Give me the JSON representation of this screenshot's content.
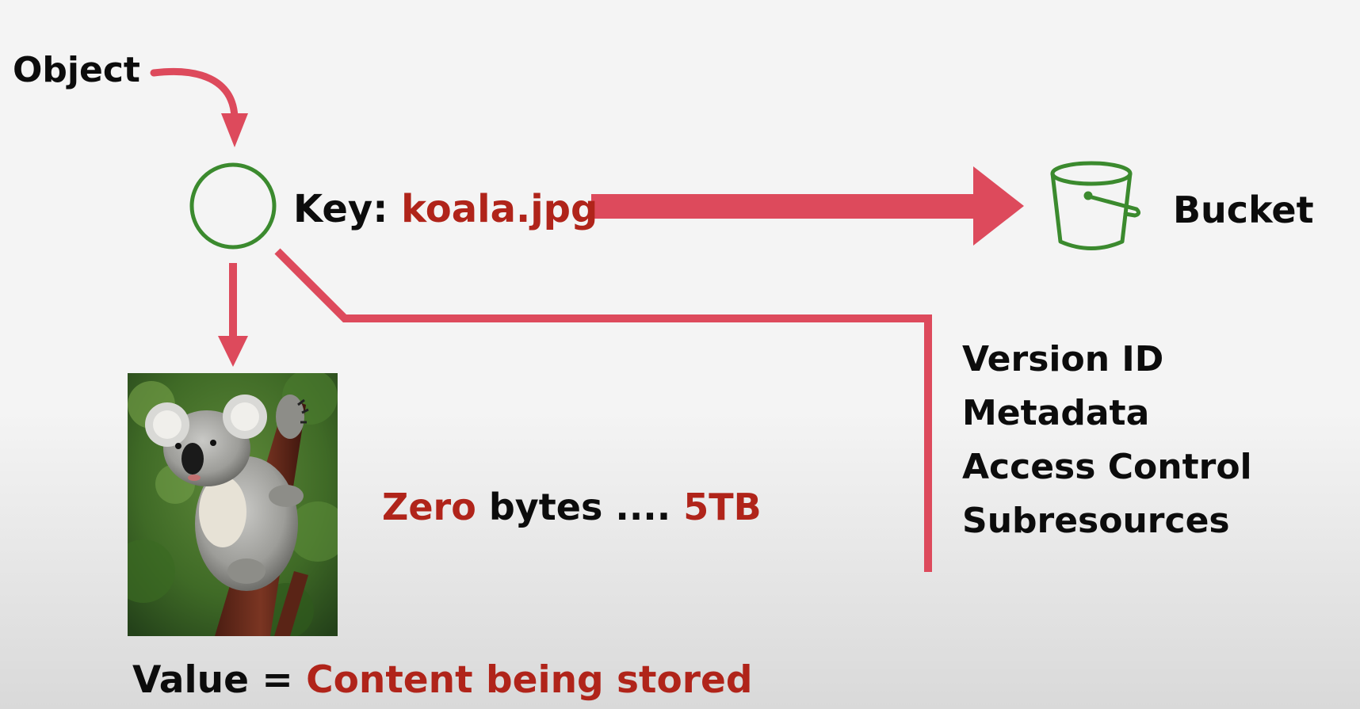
{
  "object_label": "Object",
  "key": {
    "prefix": "Key: ",
    "name": "koala.jpg"
  },
  "bucket_label": "Bucket",
  "metadata_items": [
    "Version ID",
    "Metadata",
    "Access Control",
    "Subresources"
  ],
  "size_range": {
    "min": "Zero",
    "middle": " bytes .... ",
    "max": "5TB"
  },
  "value": {
    "prefix": "Value = ",
    "description": "Content being stored"
  },
  "colors": {
    "arrow": "#dd4a5c",
    "accent_text": "#b0241a",
    "icon_green": "#3b8a2e",
    "text": "#0c0c0c"
  },
  "icons": {
    "object": "circle-icon",
    "bucket": "bucket-icon"
  }
}
